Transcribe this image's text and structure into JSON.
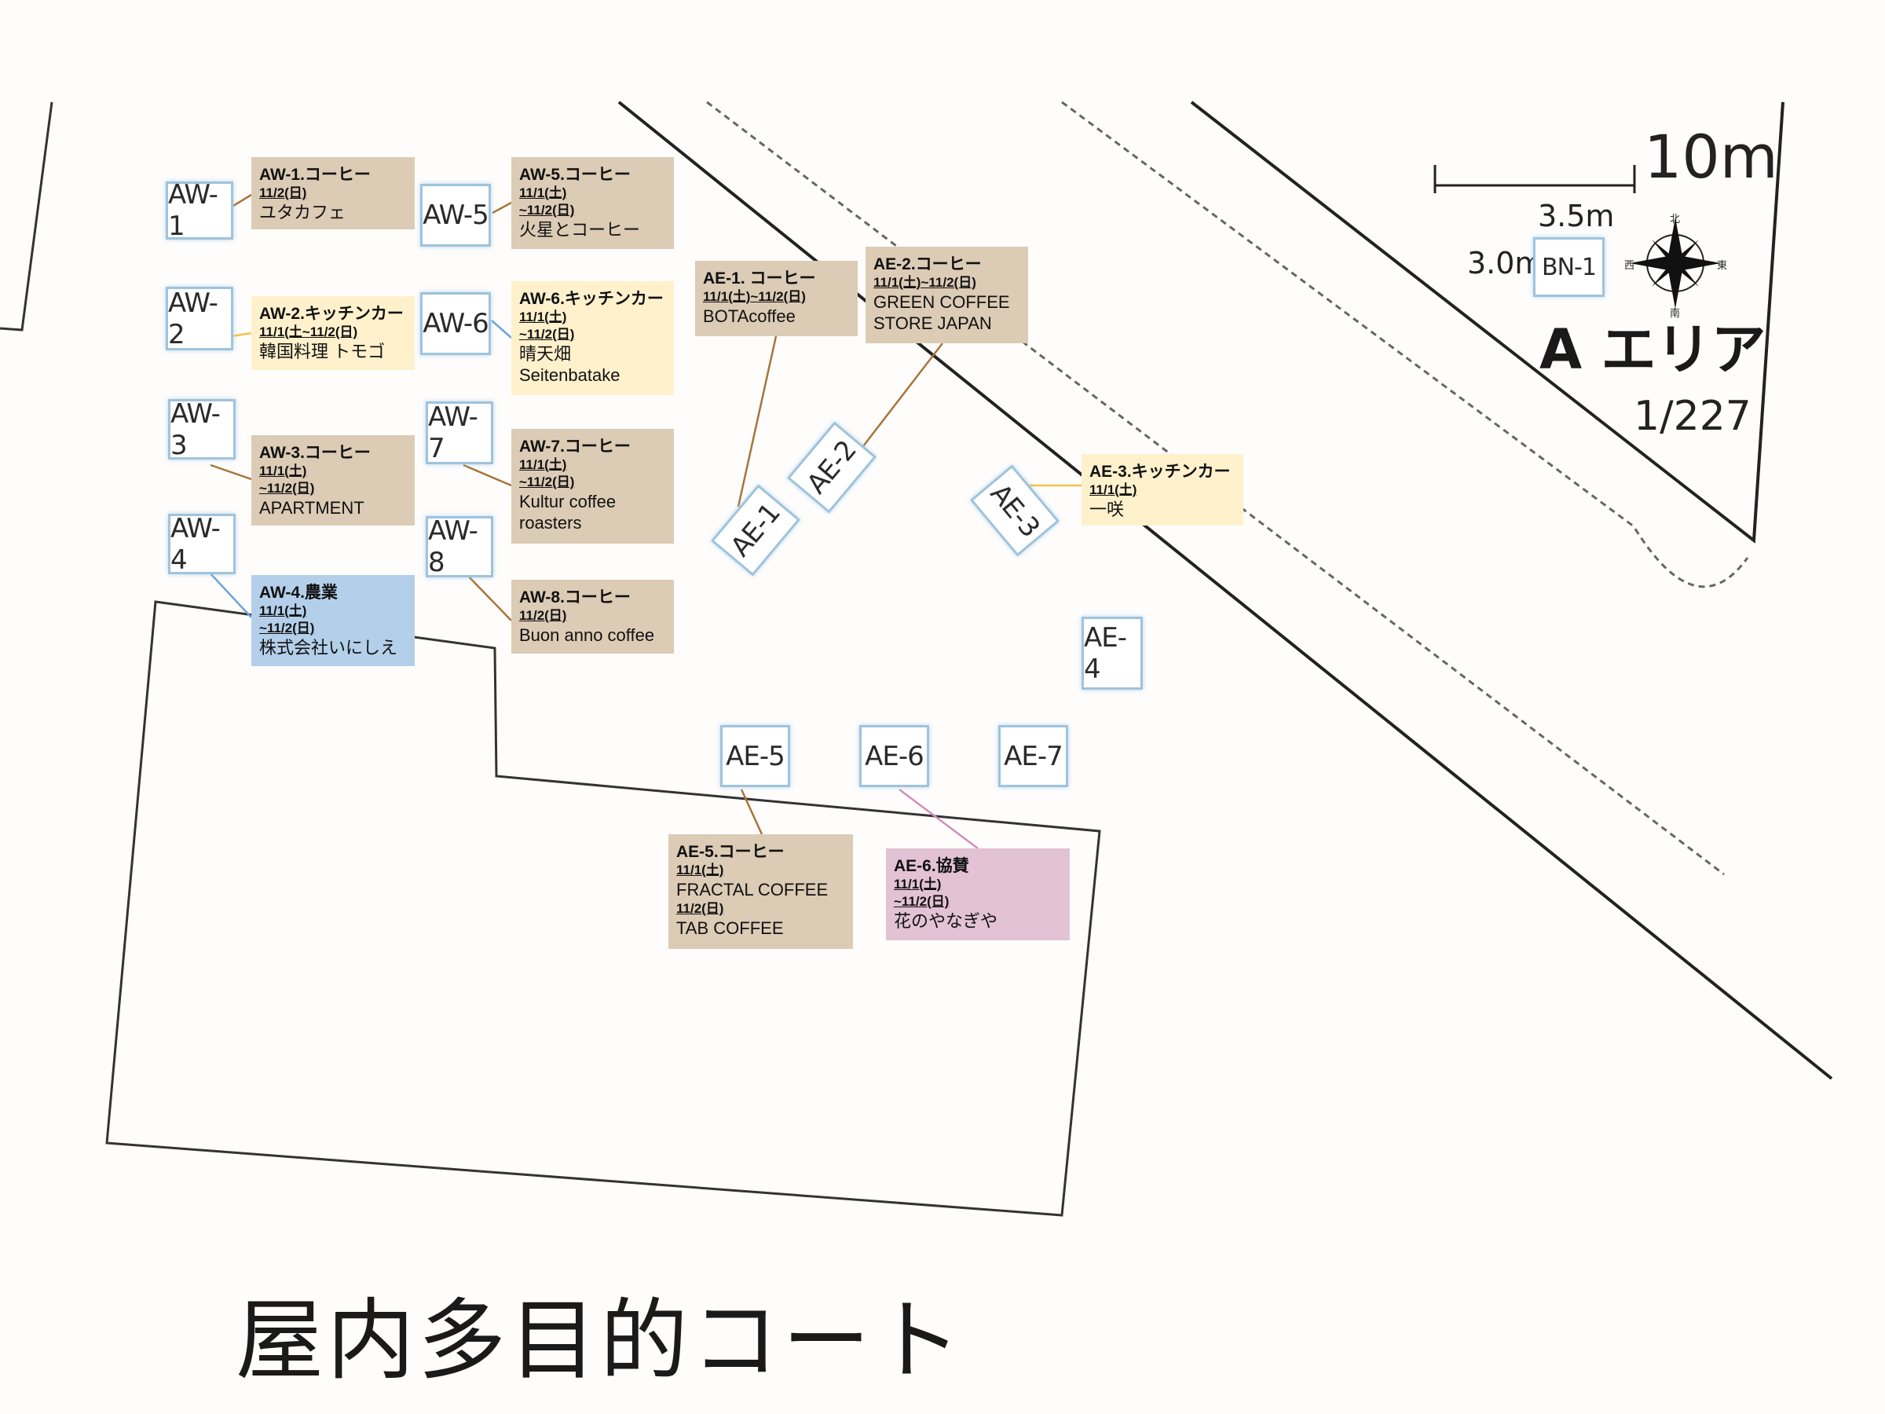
{
  "map": {
    "area_title": "A エリア",
    "scale_ratio": "1/227",
    "scale_bar_label": "10m",
    "bottom_title": "屋内多目的コート",
    "booth_dims": {
      "width": "3.5m",
      "height": "3.0m",
      "sample_id": "BN-1"
    },
    "compass": {
      "north": "北",
      "south": "南",
      "east": "東",
      "west": "西",
      "icon": "compass-rose-icon"
    }
  },
  "colors": {
    "coffee": "#dccbb5",
    "kitchen_car": "#fff1cc",
    "agriculture": "#b4cfe9",
    "sponsor": "#e2c2d4",
    "booth_border": "#9fc3dc",
    "connector_coffee": "#a8743a",
    "connector_kitchen": "#f2c24a",
    "connector_agri": "#6fa3d6",
    "connector_sponsor": "#d08fb8"
  },
  "booths": {
    "AW1": "AW-1",
    "AW2": "AW-2",
    "AW3": "AW-3",
    "AW4": "AW-4",
    "AW5": "AW-5",
    "AW6": "AW-6",
    "AW7": "AW-7",
    "AW8": "AW-8",
    "AE1": "AE-1",
    "AE2": "AE-2",
    "AE3": "AE-3",
    "AE4": "AE-4",
    "AE5": "AE-5",
    "AE6": "AE-6",
    "AE7": "AE-7"
  },
  "labels": {
    "AW1": {
      "title": "AW-1.コーヒー",
      "dates": [
        "11/2(日)"
      ],
      "names": [
        "ユタカフェ"
      ]
    },
    "AW2": {
      "title": "AW-2.キッチンカー",
      "dates": [
        "11/1(土~11/2(日)"
      ],
      "names": [
        "韓国料理 トモゴ"
      ]
    },
    "AW3": {
      "title": "AW-3.コーヒー",
      "dates": [
        "11/1(土)",
        "~11/2(日)"
      ],
      "names": [
        "APARTMENT"
      ]
    },
    "AW4": {
      "title": "AW-4.農業",
      "dates": [
        "11/1(土)",
        "~11/2(日)"
      ],
      "names": [
        "株式会社いにしえ"
      ]
    },
    "AW5": {
      "title": "AW-5.コーヒー",
      "dates": [
        "11/1(土)",
        "~11/2(日)"
      ],
      "names": [
        "火星とコーヒー"
      ]
    },
    "AW6": {
      "title": "AW-6.キッチンカー",
      "dates": [
        "11/1(土)",
        "~11/2(日)"
      ],
      "names": [
        "晴天畑",
        "Seitenbatake"
      ]
    },
    "AW7": {
      "title": "AW-7.コーヒー",
      "dates": [
        "11/1(土)",
        "~11/2(日)"
      ],
      "names": [
        "Kultur coffee",
        "roasters"
      ]
    },
    "AW8": {
      "title": "AW-8.コーヒー",
      "dates": [
        "11/2(日)"
      ],
      "names": [
        "Buon anno coffee"
      ]
    },
    "AE1": {
      "title": "AE-1. コーヒー",
      "dates": [
        "11/1(土)~11/2(日)"
      ],
      "names": [
        "BOTAcoffee"
      ]
    },
    "AE2": {
      "title": "AE-2.コーヒー",
      "dates": [
        "11/1(土)~11/2(日)"
      ],
      "names": [
        "GREEN COFFEE",
        "STORE JAPAN"
      ]
    },
    "AE3": {
      "title": "AE-3.キッチンカー",
      "dates": [
        "11/1(土)"
      ],
      "names": [
        "一咲"
      ]
    },
    "AE5": {
      "title": "AE-5.コーヒー",
      "date1": "11/1(土)",
      "name1": "FRACTAL COFFEE",
      "date2": "11/2(日)",
      "name2": "TAB COFFEE"
    },
    "AE6": {
      "title": "AE-6.協賛",
      "dates": [
        "11/1(土)",
        "~11/2(日)"
      ],
      "names": [
        "花のやなぎや"
      ]
    }
  }
}
